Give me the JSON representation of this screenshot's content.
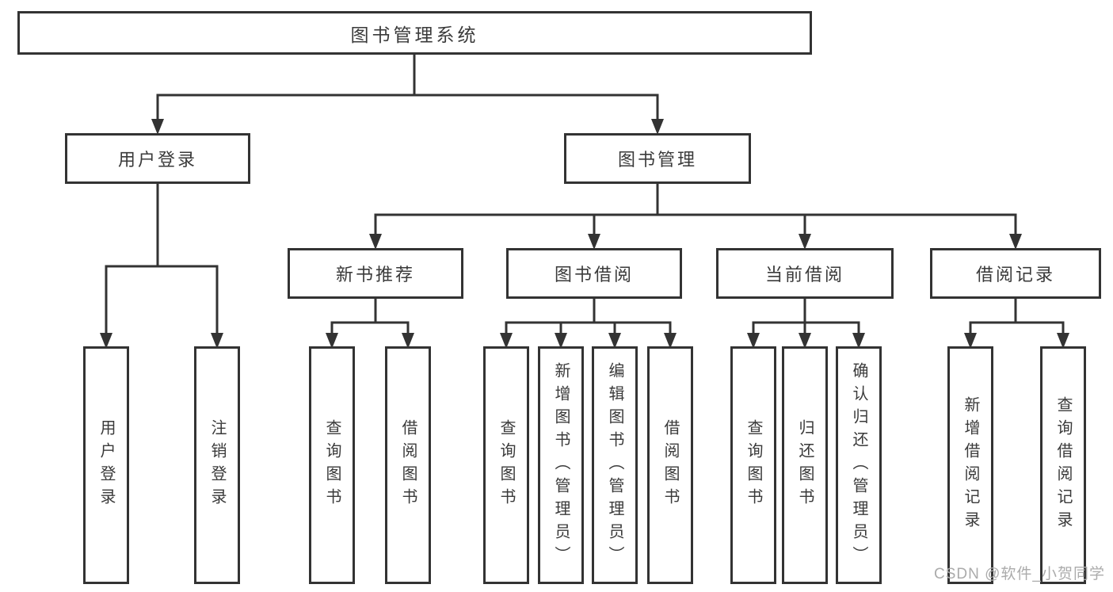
{
  "diagram": {
    "root": "图书管理系统",
    "branches": [
      {
        "label": "用户登录",
        "children": [
          "用户登录",
          "注销登录"
        ]
      },
      {
        "label": "图书管理",
        "modules": [
          {
            "label": "新书推荐",
            "children": [
              "查询图书",
              "借阅图书"
            ]
          },
          {
            "label": "图书借阅",
            "children": [
              "查询图书",
              "新增图书（管理员）",
              "编辑图书（管理员）",
              "借阅图书"
            ]
          },
          {
            "label": "当前借阅",
            "children": [
              "查询图书",
              "归还图书",
              "确认归还（管理员）"
            ]
          },
          {
            "label": "借阅记录",
            "children": [
              "新增借阅记录",
              "查询借阅记录"
            ]
          }
        ]
      }
    ]
  },
  "watermark": "CSDN @软件_小贺同学",
  "colors": {
    "line": "#333333",
    "text": "#3a3a3a",
    "background": "#ffffff",
    "watermark": "#ababab"
  }
}
